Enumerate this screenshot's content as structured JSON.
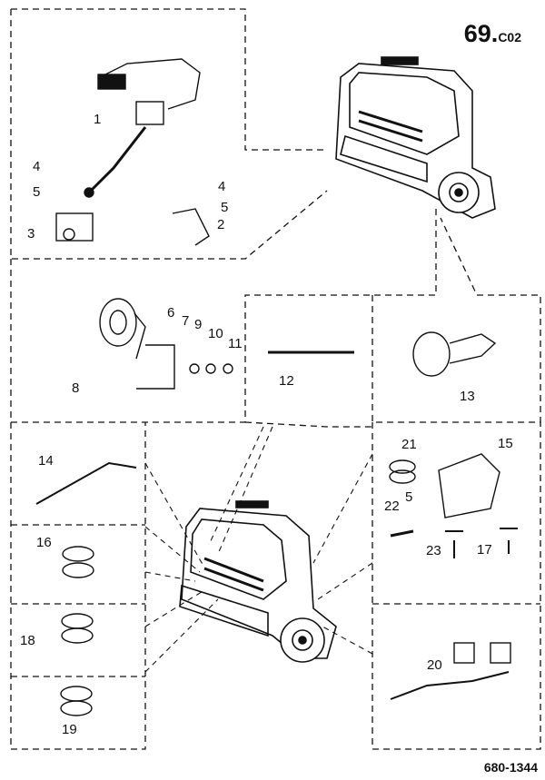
{
  "page_number": "69.",
  "page_suffix": "C02",
  "document_number": "680-1344",
  "parts": [
    {
      "id": "p1",
      "label": "1"
    },
    {
      "id": "p2",
      "label": "2"
    },
    {
      "id": "p3",
      "label": "3"
    },
    {
      "id": "p4a",
      "label": "4"
    },
    {
      "id": "p4b",
      "label": "4"
    },
    {
      "id": "p5a",
      "label": "5"
    },
    {
      "id": "p5b",
      "label": "5"
    },
    {
      "id": "p5c",
      "label": "5"
    },
    {
      "id": "p6",
      "label": "6"
    },
    {
      "id": "p7",
      "label": "7"
    },
    {
      "id": "p8",
      "label": "8"
    },
    {
      "id": "p9",
      "label": "9"
    },
    {
      "id": "p10",
      "label": "10"
    },
    {
      "id": "p11",
      "label": "11"
    },
    {
      "id": "p12",
      "label": "12"
    },
    {
      "id": "p13",
      "label": "13"
    },
    {
      "id": "p14",
      "label": "14"
    },
    {
      "id": "p15",
      "label": "15"
    },
    {
      "id": "p16",
      "label": "16"
    },
    {
      "id": "p17",
      "label": "17"
    },
    {
      "id": "p18",
      "label": "18"
    },
    {
      "id": "p19",
      "label": "19"
    },
    {
      "id": "p20",
      "label": "20"
    },
    {
      "id": "p21",
      "label": "21"
    },
    {
      "id": "p22",
      "label": "22"
    },
    {
      "id": "p23",
      "label": "23"
    }
  ]
}
